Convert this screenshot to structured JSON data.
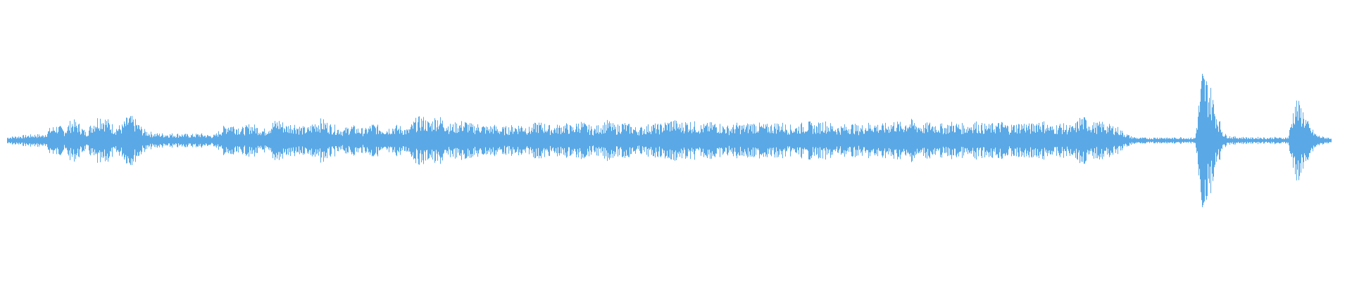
{
  "waveform": {
    "color": "#5aa9e6",
    "background": "#ffffff",
    "amplitude_envelope": [
      0.05,
      0.06,
      0.07,
      0.08,
      0.09,
      0.08,
      0.18,
      0.22,
      0.16,
      0.3,
      0.24,
      0.12,
      0.28,
      0.38,
      0.3,
      0.2,
      0.22,
      0.36,
      0.28,
      0.16,
      0.12,
      0.1,
      0.1,
      0.1,
      0.1,
      0.09,
      0.09,
      0.1,
      0.08,
      0.08,
      0.18,
      0.26,
      0.22,
      0.18,
      0.24,
      0.2,
      0.16,
      0.26,
      0.3,
      0.22,
      0.26,
      0.2,
      0.18,
      0.28,
      0.3,
      0.24,
      0.2,
      0.16,
      0.22,
      0.18,
      0.16,
      0.24,
      0.2,
      0.18,
      0.22,
      0.2,
      0.16,
      0.3,
      0.34,
      0.26,
      0.36,
      0.3,
      0.22,
      0.26,
      0.28,
      0.22,
      0.24,
      0.2,
      0.22,
      0.18,
      0.2,
      0.22,
      0.24,
      0.18,
      0.26,
      0.24,
      0.2,
      0.22,
      0.24,
      0.2,
      0.28,
      0.22,
      0.18,
      0.24,
      0.28,
      0.2,
      0.26,
      0.22,
      0.18,
      0.2,
      0.24,
      0.22,
      0.26,
      0.3,
      0.24,
      0.28,
      0.26,
      0.22,
      0.24,
      0.26,
      0.22,
      0.2,
      0.24,
      0.22,
      0.26,
      0.24,
      0.22,
      0.24,
      0.26,
      0.22,
      0.2,
      0.24,
      0.26,
      0.22,
      0.28,
      0.24,
      0.2,
      0.22,
      0.24,
      0.2,
      0.24,
      0.26,
      0.22,
      0.24,
      0.28,
      0.24,
      0.3,
      0.26,
      0.22,
      0.26,
      0.24,
      0.22,
      0.26,
      0.24,
      0.22,
      0.28,
      0.24,
      0.22,
      0.24,
      0.26,
      0.22,
      0.24,
      0.26,
      0.22,
      0.3,
      0.26,
      0.2,
      0.24,
      0.22,
      0.2,
      0.34,
      0.3,
      0.24,
      0.26,
      0.22,
      0.2,
      0.12,
      0.06,
      0.04,
      0.04,
      0.04,
      0.05,
      0.04,
      0.04,
      0.05,
      0.04,
      0.04,
      1.0,
      0.8,
      0.4,
      0.1,
      0.06,
      0.05,
      0.05,
      0.04,
      0.05,
      0.04,
      0.05,
      0.04,
      0.05,
      0.6,
      0.45,
      0.2,
      0.08,
      0.05,
      0.04
    ]
  }
}
